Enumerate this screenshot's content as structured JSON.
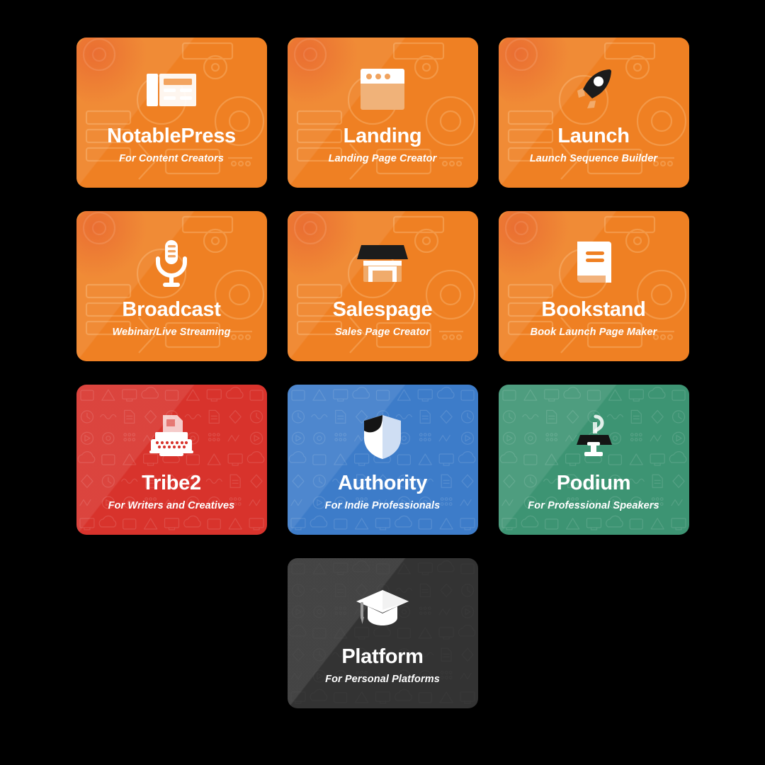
{
  "page": {
    "background_color": "#000000",
    "layout": "3x3 grid plus one centered card",
    "card_count": 10
  },
  "palette": {
    "orange": "#ef8023",
    "orange_dark": "#e8701c",
    "red": "#d8332c",
    "blue": "#3d7cc9",
    "green": "#3d9473",
    "dark": "#333333",
    "text": "#ffffff"
  },
  "rows": [
    {
      "cards": [
        {
          "title": "NotablePress",
          "subtitle": "For Content Creators",
          "color": "#ef8023",
          "theme": "orange",
          "icon": "newspaper-icon"
        },
        {
          "title": "Landing",
          "subtitle": "Landing Page Creator",
          "color": "#ef8023",
          "theme": "orange",
          "icon": "browser-window-icon"
        },
        {
          "title": "Launch",
          "subtitle": "Launch Sequence Builder",
          "color": "#ef8023",
          "theme": "orange",
          "icon": "rocket-icon"
        }
      ]
    },
    {
      "cards": [
        {
          "title": "Broadcast",
          "subtitle": "Webinar/Live Streaming",
          "color": "#ef8023",
          "theme": "orange",
          "icon": "microphone-icon"
        },
        {
          "title": "Salespage",
          "subtitle": "Sales Page Creator",
          "color": "#ef8023",
          "theme": "orange",
          "icon": "storefront-icon"
        },
        {
          "title": "Bookstand",
          "subtitle": "Book Launch Page Maker",
          "color": "#ef8023",
          "theme": "orange",
          "icon": "book-icon"
        }
      ]
    },
    {
      "cards": [
        {
          "title": "Tribe2",
          "subtitle": "For Writers and Creatives",
          "color": "#d8332c",
          "theme": "red",
          "icon": "typewriter-icon"
        },
        {
          "title": "Authority",
          "subtitle": "For Indie Professionals",
          "color": "#3d7cc9",
          "theme": "blue",
          "icon": "shield-icon"
        },
        {
          "title": "Podium",
          "subtitle": "For Professional Speakers",
          "color": "#3d9473",
          "theme": "green",
          "icon": "podium-icon"
        }
      ]
    },
    {
      "cards": [
        {
          "title": "Platform",
          "subtitle": "For Personal Platforms",
          "color": "#333333",
          "theme": "dark",
          "icon": "graduation-cap-icon"
        }
      ]
    }
  ]
}
